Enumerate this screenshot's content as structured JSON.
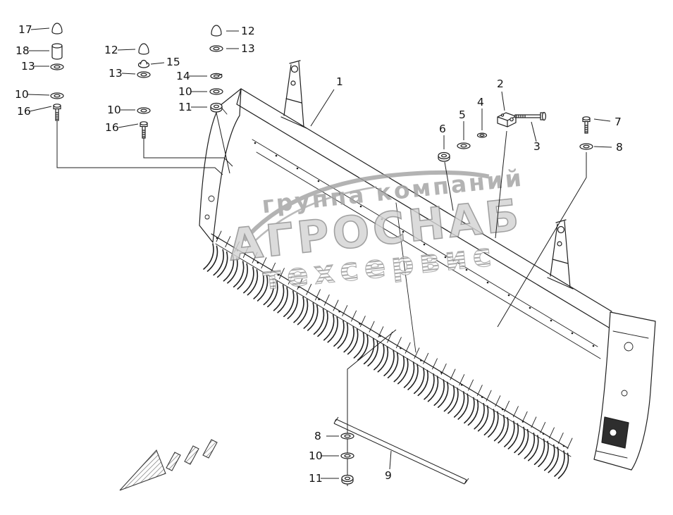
{
  "watermark": {
    "line1": "группа компаний",
    "line2": "АГРОСНАБ",
    "line3": "техсервис",
    "color": "#9a9a9a"
  },
  "diagram": {
    "line_color": "#1f1f1f",
    "background": "#ffffff",
    "subject": "pickup header exploded parts view"
  },
  "callouts": [
    {
      "id": "17",
      "part": "plug-cap"
    },
    {
      "id": "18",
      "part": "bushing"
    },
    {
      "id": "13",
      "part": "washer"
    },
    {
      "id": "10",
      "part": "washer"
    },
    {
      "id": "16",
      "part": "bolt"
    },
    {
      "id": "12",
      "part": "plug-cap"
    },
    {
      "id": "15",
      "part": "lock-nut"
    },
    {
      "id": "13",
      "part": "washer"
    },
    {
      "id": "10",
      "part": "washer"
    },
    {
      "id": "16",
      "part": "bolt"
    },
    {
      "id": "12",
      "part": "plug-cap"
    },
    {
      "id": "13",
      "part": "washer"
    },
    {
      "id": "14",
      "part": "spring-washer"
    },
    {
      "id": "10",
      "part": "washer"
    },
    {
      "id": "11",
      "part": "nut"
    },
    {
      "id": "1",
      "part": "pickup-frame"
    },
    {
      "id": "6",
      "part": "nut"
    },
    {
      "id": "5",
      "part": "washer"
    },
    {
      "id": "4",
      "part": "washer"
    },
    {
      "id": "2",
      "part": "clamp-block"
    },
    {
      "id": "3",
      "part": "bolt"
    },
    {
      "id": "7",
      "part": "bolt"
    },
    {
      "id": "8",
      "part": "washer"
    },
    {
      "id": "8",
      "part": "washer"
    },
    {
      "id": "10",
      "part": "washer"
    },
    {
      "id": "11",
      "part": "nut"
    },
    {
      "id": "9",
      "part": "scraper-bar"
    }
  ]
}
